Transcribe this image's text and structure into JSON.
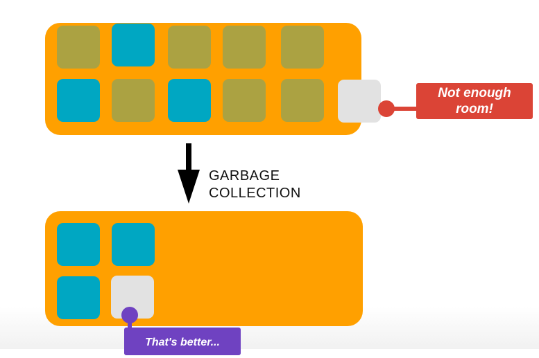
{
  "top_memory": {
    "rows": [
      [
        "olive",
        "teal",
        "olive",
        "olive",
        "olive"
      ],
      [
        "teal",
        "olive",
        "teal",
        "olive",
        "olive"
      ]
    ],
    "incoming_block": "empty",
    "callout": {
      "line1": "Not enough",
      "line2": "room!",
      "color": "#DB4436"
    }
  },
  "process": {
    "line1": "GARBAGE",
    "line2": "COLLECTION"
  },
  "bottom_memory": {
    "rows": [
      [
        "teal",
        "teal"
      ],
      [
        "teal",
        "empty"
      ]
    ],
    "callout": {
      "text": "That's better...",
      "color": "#6F42C1"
    }
  },
  "colors": {
    "memory": "#FFA000",
    "olive_block": "#ABA242",
    "teal_block": "#00A7C2",
    "empty_block": "#E2E2E2"
  }
}
